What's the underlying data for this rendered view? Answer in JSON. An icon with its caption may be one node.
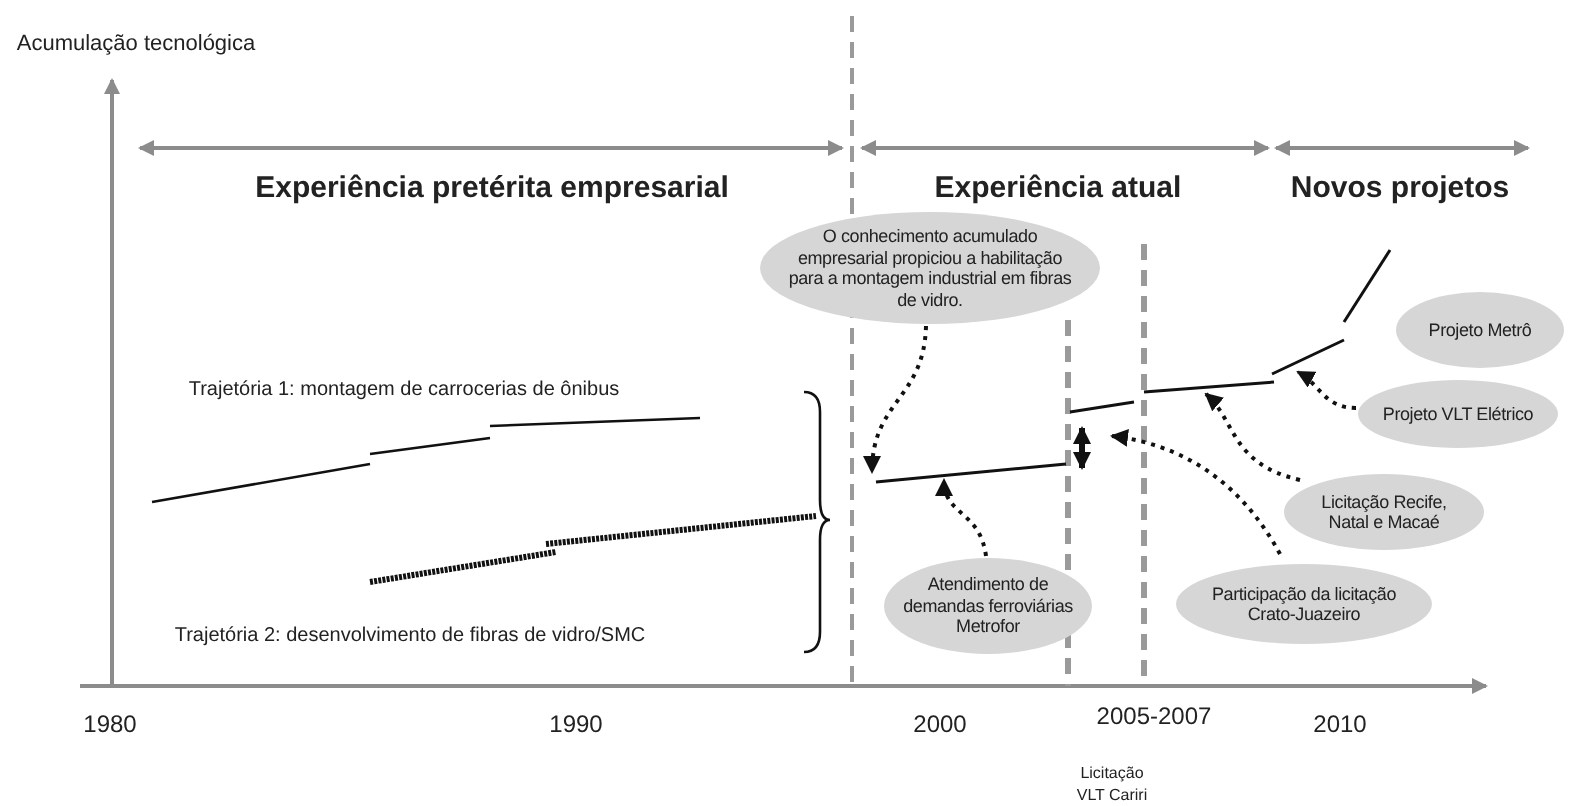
{
  "diagram": {
    "nodes": [
      {
        "text": [
          "O conhecimento acumulado empresarial propiciou a habilitação para a montagem industrial em fibras de vidro."
        ]
      },
      {
        "text": [
          "Atendimento de demandas ferroviárias Metrofor"
        ]
      },
      {
        "text": [
          "Participação da licitação Crato-Juazeiro"
        ]
      },
      {
        "text": [
          "Licitação Recife, Natal e Macaé"
        ]
      },
      {
        "text": [
          "Projeto Metrô"
        ]
      },
      {
        "text": [
          "Projeto VLT Elétrico"
        ]
      }
    ],
    "edges": [
      {
        "from": 0,
        "to": null,
        "arrow": "to"
      },
      {
        "from": 1,
        "to": null,
        "arrow": "to"
      },
      {
        "from": 2,
        "to": null,
        "arrow": "to"
      },
      {
        "from": 3,
        "to": null,
        "arrow": "to"
      },
      {
        "from": 5,
        "to": null,
        "arrow": "to"
      }
    ],
    "labels": [
      "Acumulação tecnológica",
      "Experiência pretérita empresarial",
      "Experiência atual",
      "Novos projetos",
      "Trajetória 1: montagem de carrocerias de ônibus",
      "Trajetória 2: desenvolvimento de fibras de vidro/SMC",
      "1980",
      "1990",
      "2000",
      "2005-2007",
      "2010",
      "Licitação VLT Cariri"
    ]
  }
}
